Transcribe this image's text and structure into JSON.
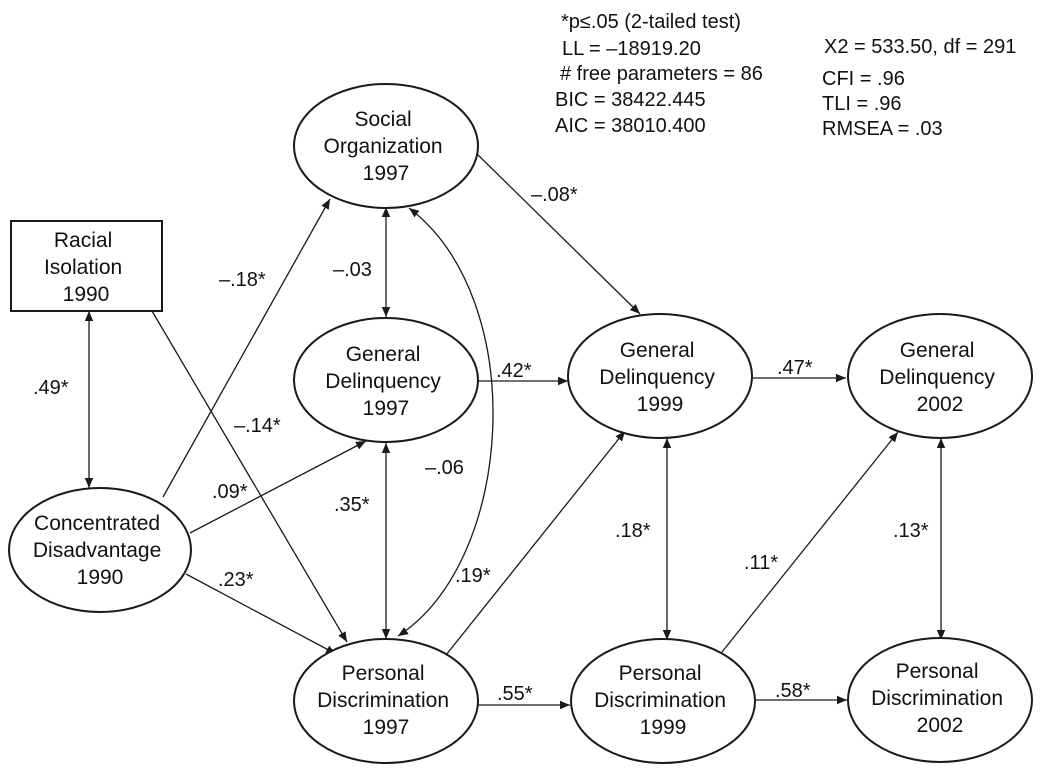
{
  "nodes": {
    "racial_isolation_1990": [
      "Racial",
      "Isolation",
      "1990"
    ],
    "concentrated_disadvantage_1990": [
      "Concentrated",
      "Disadvantage",
      "1990"
    ],
    "social_organization_1997": [
      "Social",
      "Organization",
      "1997"
    ],
    "general_delinquency_1997": [
      "General",
      "Delinquency",
      "1997"
    ],
    "personal_discrimination_1997": [
      "Personal",
      "Discrimination",
      "1997"
    ],
    "general_delinquency_1999": [
      "General",
      "Delinquency",
      "1999"
    ],
    "personal_discrimination_1999": [
      "Personal",
      "Discrimination",
      "1999"
    ],
    "general_delinquency_2002": [
      "General",
      "Delinquency",
      "2002"
    ],
    "personal_discrimination_2002": [
      "Personal",
      "Discrimination",
      "2002"
    ]
  },
  "coefficients": {
    "ri_cd": ".49*",
    "cd_so": "–.18*",
    "ri_pd97": "–.14*",
    "cd_gd97": ".09*",
    "cd_pd97": ".23*",
    "so_gd97": "–.03",
    "so_pd97": "–.06",
    "gd97_pd97": ".35*",
    "so_gd99": "–.08*",
    "gd97_gd99": ".42*",
    "pd97_gd99": ".19*",
    "pd97_pd99": ".55*",
    "gd99_pd99": ".18*",
    "gd99_gd02": ".47*",
    "pd99_gd02": ".11*",
    "pd99_pd02": ".58*",
    "gd02_pd02": ".13*"
  },
  "fit_stats": {
    "significance_note": "*p≤.05 (2-tailed test)",
    "ll": "LL = –18919.20",
    "free_parameters": "# free parameters = 86",
    "bic": "BIC = 38422.445",
    "aic": "AIC = 38010.400",
    "chi_square": "X2 = 533.50, df = 291",
    "cfi": "CFI = .96",
    "tli": "TLI = .96",
    "rmsea": "RMSEA = .03"
  }
}
